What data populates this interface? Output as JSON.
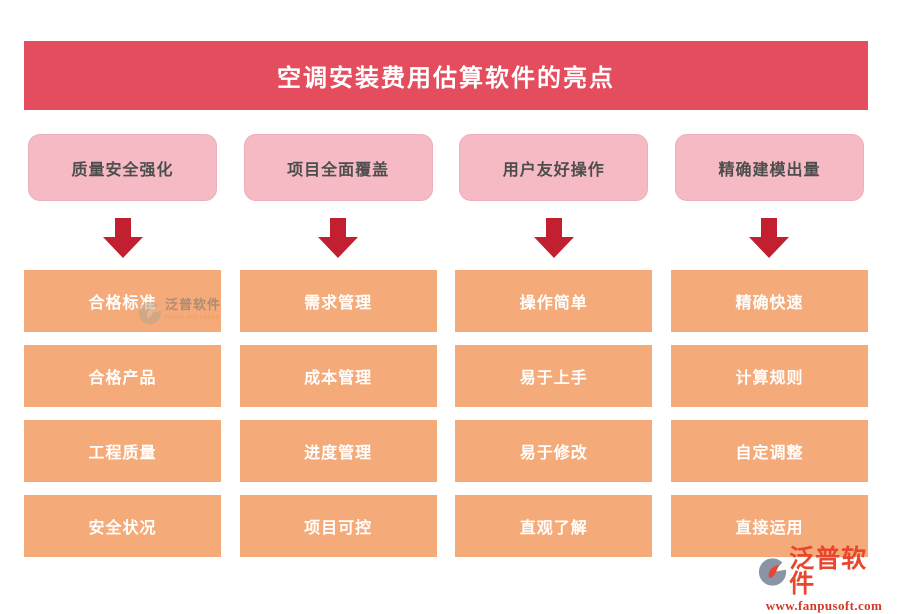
{
  "title": "空调安装费用估算软件的亮点",
  "columns": [
    {
      "header": "质量安全强化",
      "items": [
        "合格标准",
        "合格产品",
        "工程质量",
        "安全状况"
      ]
    },
    {
      "header": "项目全面覆盖",
      "items": [
        "需求管理",
        "成本管理",
        "进度管理",
        "项目可控"
      ]
    },
    {
      "header": "用户友好操作",
      "items": [
        "操作简单",
        "易于上手",
        "易于修改",
        "直观了解"
      ]
    },
    {
      "header": "精确建模出量",
      "items": [
        "精确快速",
        "计算规则",
        "自定调整",
        "直接运用"
      ]
    }
  ],
  "watermark": {
    "name": "泛普软件",
    "name_en": "FANPU SOFTWARE"
  },
  "brand": {
    "name": "泛普软件",
    "url": "www.fanpusoft.com"
  },
  "icons": [
    "down-arrow-icon",
    "fanpu-logo-icon"
  ],
  "colors": {
    "title_bg": "#e44d5e",
    "header_bg": "#f5bac4",
    "header_text": "#4d4d4d",
    "box_bg": "#f4ab79",
    "box_text": "#ffffff",
    "arrow": "#c21f30",
    "logo_red": "#e8462f",
    "logo_gray": "#8b93a7"
  }
}
